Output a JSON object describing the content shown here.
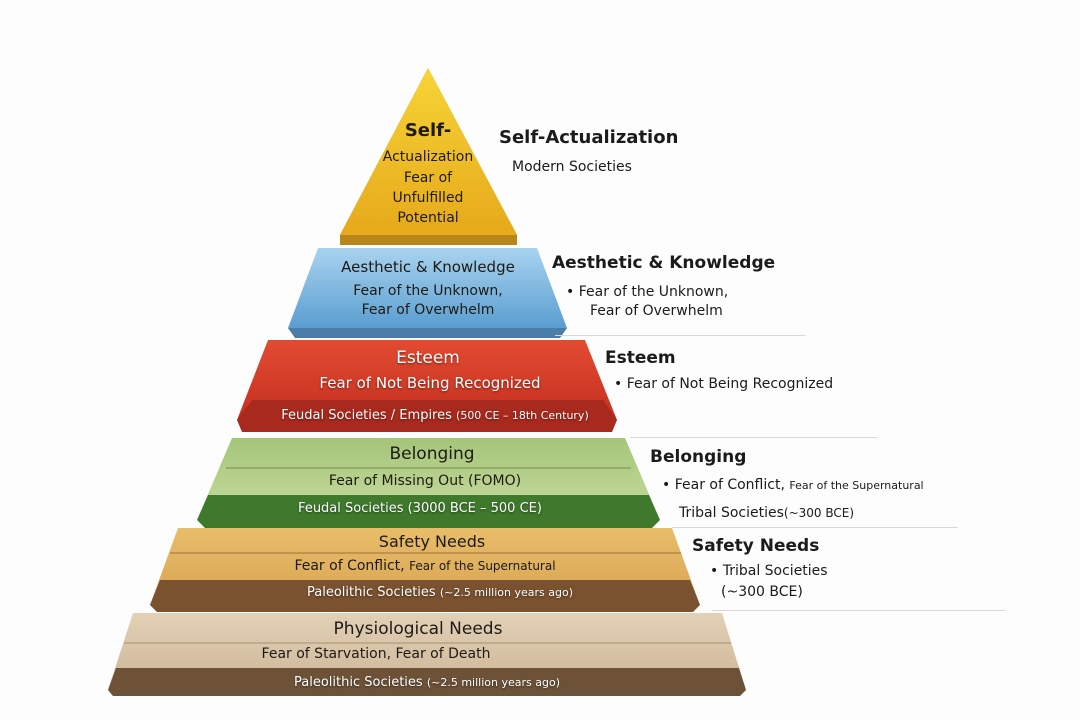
{
  "pyramid": {
    "self": {
      "title": "Self-",
      "title2": "Actualization",
      "fear1": "Fear of",
      "fear2": "Unfulfilled",
      "fear3": "Potential"
    },
    "aesthetic": {
      "title": "Aesthetic & Knowledge",
      "fear1": "Fear of the Unknown,",
      "fear2": "Fear of Overwhelm"
    },
    "esteem": {
      "title": "Esteem",
      "fear": "Fear of Not Being Recognized",
      "era": "Feudal Societies / Empires",
      "era_small": "(500 CE – 18th Century)"
    },
    "belonging": {
      "title": "Belonging",
      "fear": "Fear of Missing Out (FOMO)",
      "era": "Feudal Societies (3000 BCE – 500 CE)"
    },
    "safety": {
      "title": "Safety Needs",
      "fear": "Fear of Conflict,",
      "fear_small": "Fear of the Supernatural",
      "era": "Paleolithic Societies",
      "era_small": "(~2.5 million years ago)"
    },
    "physio": {
      "title": "Physiological Needs",
      "fear": "Fear of Starvation, Fear of Death",
      "era": "Paleolithic Societies",
      "era_small": "(~2.5 million years ago)"
    }
  },
  "labels": {
    "self": {
      "title": "Self-Actualization",
      "sub": "Modern Societies"
    },
    "aesthetic": {
      "title": "Aesthetic & Knowledge",
      "b1": "• Fear of the Unknown,",
      "b2": "Fear of Overwhelm"
    },
    "esteem": {
      "title": "Esteem",
      "b1": "• Fear of Not Being Recognized"
    },
    "belonging": {
      "title": "Belonging",
      "b1": "• Fear of Conflict,",
      "b1_small": "Fear of the Supernatural",
      "sub": "Tribal Societies",
      "sub_small": "(~300 BCE)"
    },
    "safety": {
      "title": "Safety Needs",
      "b1": "• Tribal Societies",
      "b2": "(~300 BCE)"
    }
  },
  "colors": {
    "yellow": "#f0c020",
    "blue": "#7fb8e0",
    "red": "#d8402c",
    "green": "#8fb35c",
    "tan": "#d9a653",
    "beige": "#d8c3a3"
  }
}
